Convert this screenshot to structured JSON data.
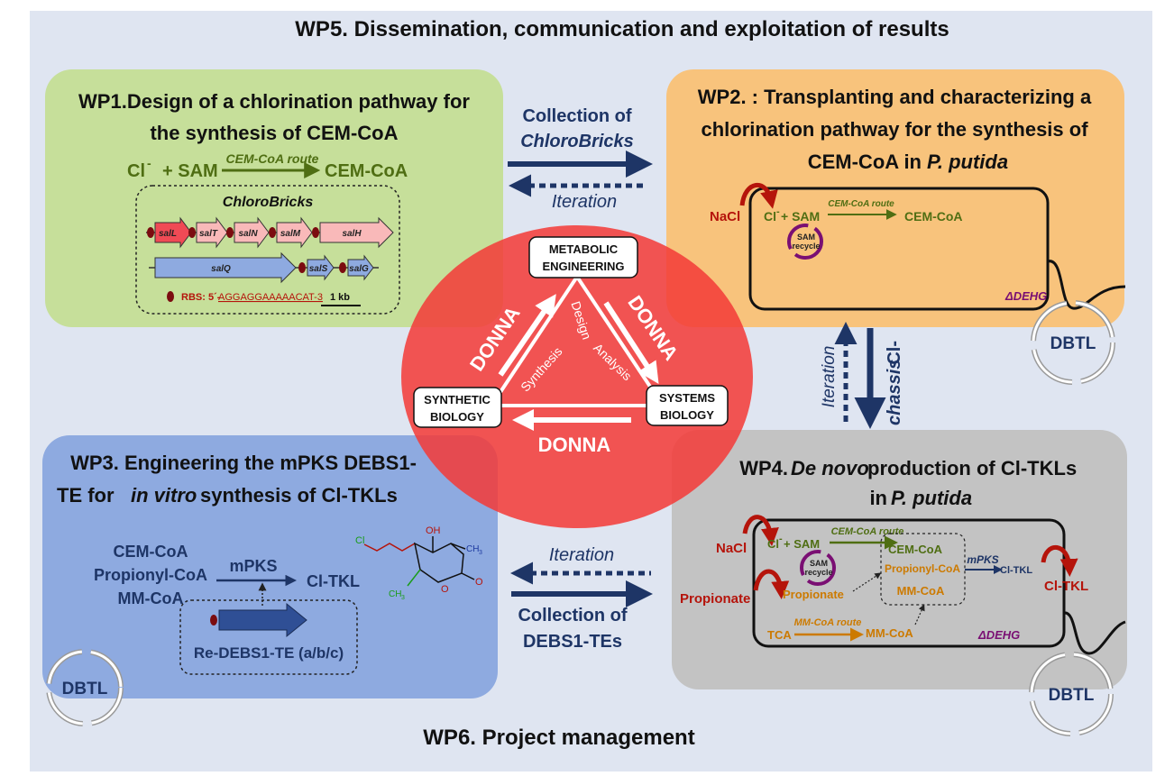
{
  "colors": {
    "background": "#dfe5f1",
    "wp1": "#c6df9a",
    "wp2": "#f8c37c",
    "wp3": "#8eaae0",
    "wp4": "#c3c3c3",
    "donna_circle": "#f33a38",
    "navy": "#1e3566",
    "olive": "#4f6e13",
    "dark_red": "#b5140b",
    "orange_text": "#cc7a00",
    "purple": "#7a0f73"
  },
  "wp5": {
    "title": "WP5. Dissemination, communication and exploitation of results"
  },
  "wp6": {
    "title": "WP6. Project management"
  },
  "wp1": {
    "title_line1": "WP1.Design of a chlorination pathway for",
    "title_line2": "the synthesis of CEM-CoA",
    "eq_left": "Cl",
    "eq_minus": "-",
    "eq_plus": "+  SAM",
    "eq_route": "CEM-CoA route",
    "eq_right": "CEM-CoA",
    "chlorobricks": "ChloroBricks",
    "genes": [
      "salL",
      "salT",
      "salN",
      "salM",
      "salH",
      "salQ",
      "salS",
      "salG"
    ],
    "rbs_label": "RBS: 5´-",
    "rbs_seq": "AGGAGGAAAAACAT-3",
    "scale_label": "1 kb"
  },
  "wp2": {
    "title_line1": "WP2. : Transplanting and characterizing a",
    "title_line2": "chlorination pathway for the synthesis of",
    "title_line3": "CEM-CoA in",
    "title_species": "P. putida",
    "nacl": "NaCl",
    "cl": "Cl",
    "cl_minus": "-",
    "plus_sam": "+  SAM",
    "route": "CEM-CoA route",
    "product": "CEM-CoA",
    "sam_recycle_line1": "SAM",
    "sam_recycle_line2": "recycle",
    "strain": "ΔDEHG",
    "dbtl": "DBTL"
  },
  "wp3": {
    "title_line1": "WP3. Engineering the mPKS DEBS1-",
    "title_line2a": "TE for ",
    "title_italic": "in vitro",
    "title_line2b": " synthesis of Cl-TKLs",
    "substrates": [
      "CEM-CoA",
      "Propionyl-CoA",
      "MM-CoA"
    ],
    "enzyme": "mPKS",
    "product": "Cl-TKL",
    "construct": "Re-DEBS1-TE (a/b/c)",
    "dbtl": "DBTL",
    "molecule": {
      "cl": "Cl",
      "oh": "OH",
      "ch3_top": "CH",
      "ch3_sub": "3",
      "o_ring": "O",
      "o_keto": "O",
      "ch3_bottom": "CH",
      "ch3_bottom_sub": "3"
    }
  },
  "wp4": {
    "title_line1a": "WP4. ",
    "title_italic": "De novo",
    "title_line1b": " production of Cl-TKLs",
    "title_line2a": "in ",
    "title_species": "P. putida",
    "nacl": "NaCl",
    "cl": "Cl",
    "cl_minus": "-",
    "plus_sam": "+  SAM",
    "route": "CEM-CoA route",
    "sam_recycle_line1": "SAM",
    "sam_recycle_line2": "recycle",
    "propionate_outside": "Propionate",
    "propionate_inside": "Propionate",
    "pool": [
      "CEM-CoA",
      "Propionyl-CoA",
      "MM-CoA"
    ],
    "mpks": "mPKS",
    "cltkl_inside": "Cl-TKL",
    "cltkl_outside": "Cl-TKL",
    "tca": "TCA",
    "mm_route": "MM-CoA route",
    "mmcoa": "MM-CoA",
    "strain": "ΔDEHG",
    "dbtl": "DBTL"
  },
  "connectors": {
    "top_collection_line1": "Collection of",
    "top_collection_line2": "ChloroBricks",
    "top_iteration": "Iteration",
    "right_iteration": "Iteration",
    "right_chassis_a": "Cl-",
    "right_chassis_b": "chassis",
    "bottom_iteration": "Iteration",
    "bottom_collection_line1": "Collection of",
    "bottom_collection_line2": "DEBS1-TEs"
  },
  "donna": {
    "metabolic_line1": "METABOLIC",
    "metabolic_line2": "ENGINEERING",
    "synthetic_line1": "SYNTHETIC",
    "synthetic_line2": "BIOLOGY",
    "systems_line1": "SYSTEMS",
    "systems_line2": "BIOLOGY",
    "donna_left": "DONNA",
    "donna_right": "DONNA",
    "donna_bottom": "DONNA",
    "design": "Design",
    "synthesis": "Synthesis",
    "analysis": "Analysis"
  }
}
